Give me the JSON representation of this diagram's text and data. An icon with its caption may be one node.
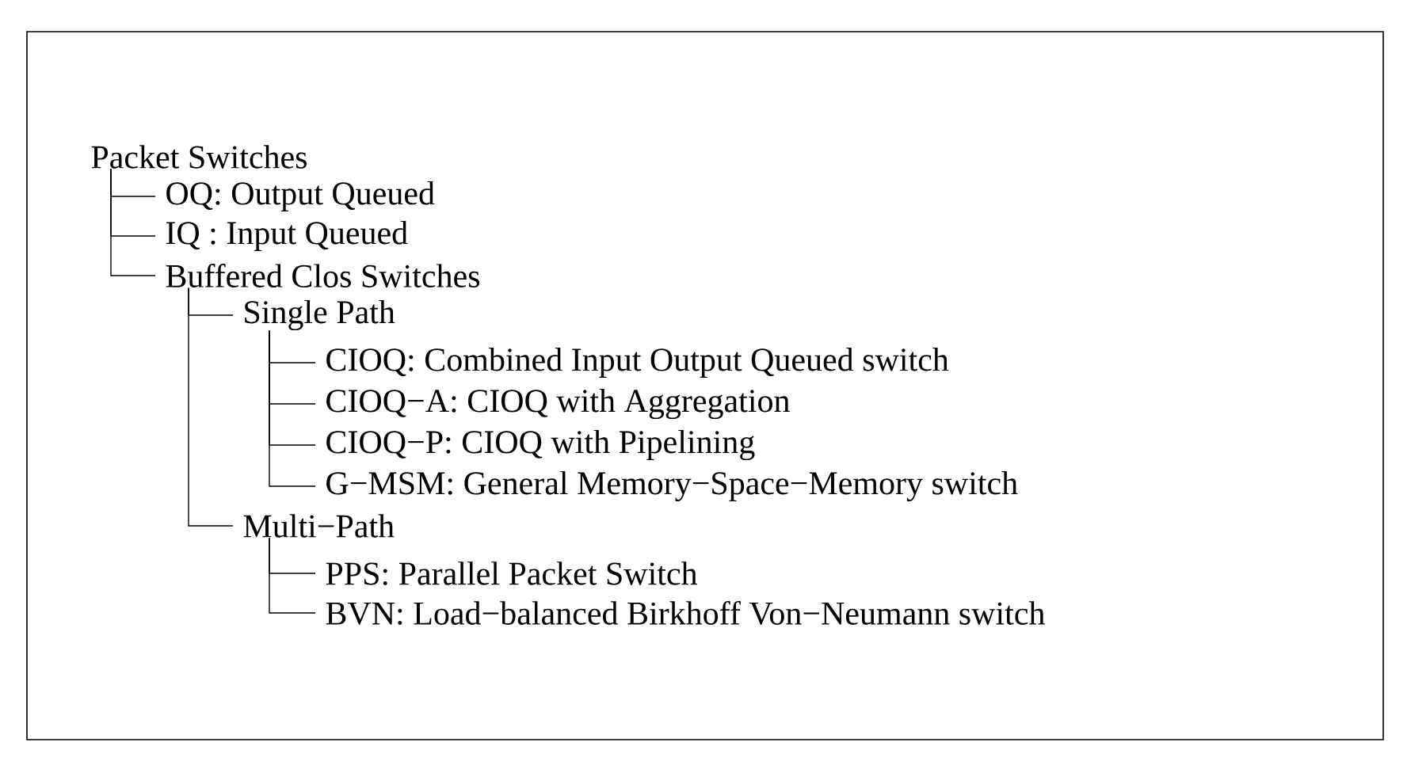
{
  "diagram": {
    "nodes": [
      {
        "text": [
          "Packet Switches"
        ]
      },
      {
        "text": [
          "OQ: Output Queued"
        ]
      },
      {
        "text": [
          "IQ : Input Queued"
        ]
      },
      {
        "text": [
          "Buffered Clos Switches"
        ]
      },
      {
        "text": [
          "Single Path"
        ]
      },
      {
        "text": [
          "CIOQ: Combined Input Output Queued switch"
        ]
      },
      {
        "text": [
          "CIOQ−A: CIOQ with Aggregation"
        ]
      },
      {
        "text": [
          "CIOQ−P: CIOQ with Pipelining"
        ]
      },
      {
        "text": [
          "G−MSM: General Memory−Space−Memory switch"
        ]
      },
      {
        "text": [
          "Multi−Path"
        ]
      },
      {
        "text": [
          "PPS: Parallel Packet Switch"
        ]
      },
      {
        "text": [
          "BVN: Load−balanced Birkhoff Von−Neumann switch"
        ]
      }
    ],
    "edges": [
      {
        "from": 0,
        "to": 1,
        "arrow": "none"
      },
      {
        "from": 0,
        "to": 2,
        "arrow": "none"
      },
      {
        "from": 0,
        "to": 3,
        "arrow": "none"
      },
      {
        "from": 3,
        "to": 4,
        "arrow": "none"
      },
      {
        "from": 4,
        "to": 5,
        "arrow": "none"
      },
      {
        "from": 4,
        "to": 6,
        "arrow": "none"
      },
      {
        "from": 4,
        "to": 7,
        "arrow": "none"
      },
      {
        "from": 4,
        "to": 8,
        "arrow": "none"
      },
      {
        "from": 3,
        "to": 9,
        "arrow": "none"
      },
      {
        "from": 9,
        "to": 10,
        "arrow": "none"
      },
      {
        "from": 9,
        "to": 11,
        "arrow": "none"
      }
    ]
  }
}
